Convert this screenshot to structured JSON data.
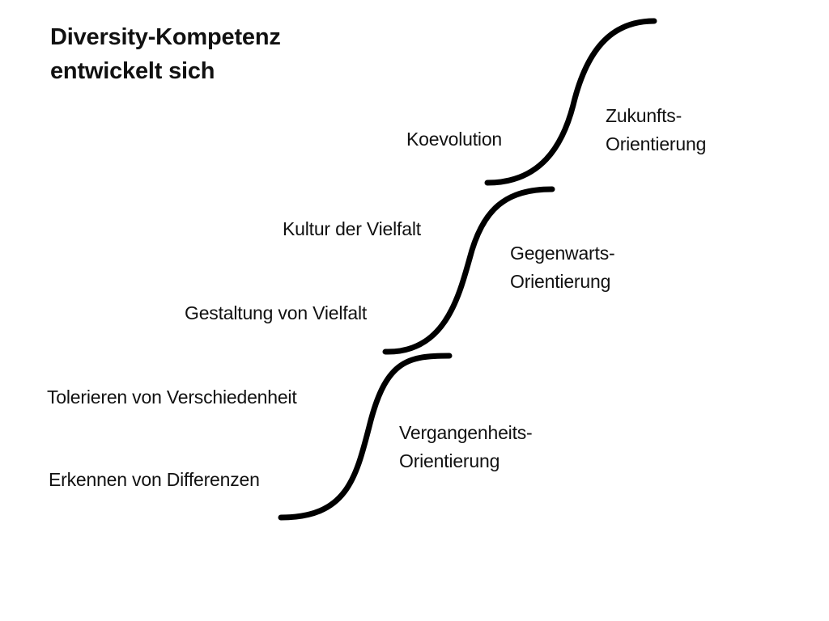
{
  "title": {
    "line1": "Diversity-Kompetenz",
    "line2": "entwickelt sich"
  },
  "stages": [
    {
      "orientation": [
        "Vergangenheits-",
        "Orientierung"
      ],
      "competences": [
        "Tolerieren von Verschiedenheit",
        "Erkennen von Differenzen"
      ]
    },
    {
      "orientation": [
        "Gegenwarts-",
        "Orientierung"
      ],
      "competences": [
        "Kultur der Vielfalt",
        "Gestaltung von Vielfalt"
      ]
    },
    {
      "orientation": [
        "Zukunfts-",
        "Orientierung"
      ],
      "competences": [
        "Koevolution"
      ]
    }
  ],
  "colors": {
    "curve": "#000000",
    "text": "#111111",
    "background": "#ffffff"
  }
}
